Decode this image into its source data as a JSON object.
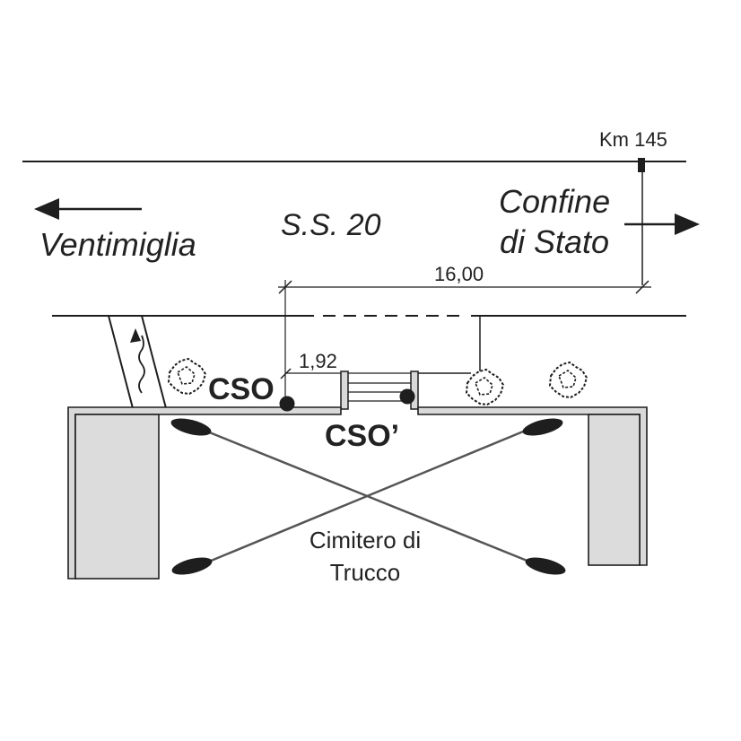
{
  "labels": {
    "km": "Km 145",
    "road": "S.S. 20",
    "left_destination": "Ventimiglia",
    "right_destination_line1": "Confine",
    "right_destination_line2": "di Stato",
    "dim_16": "16,00",
    "dim_192": "1,92",
    "cso": "CSO",
    "cso_prime": "CSO’",
    "cemetery_line1": "Cimitero di",
    "cemetery_line2": "Trucco"
  },
  "colors": {
    "line": "#1e1e1e",
    "wall_fill": "#d9d9d9",
    "ink": "#222222"
  }
}
